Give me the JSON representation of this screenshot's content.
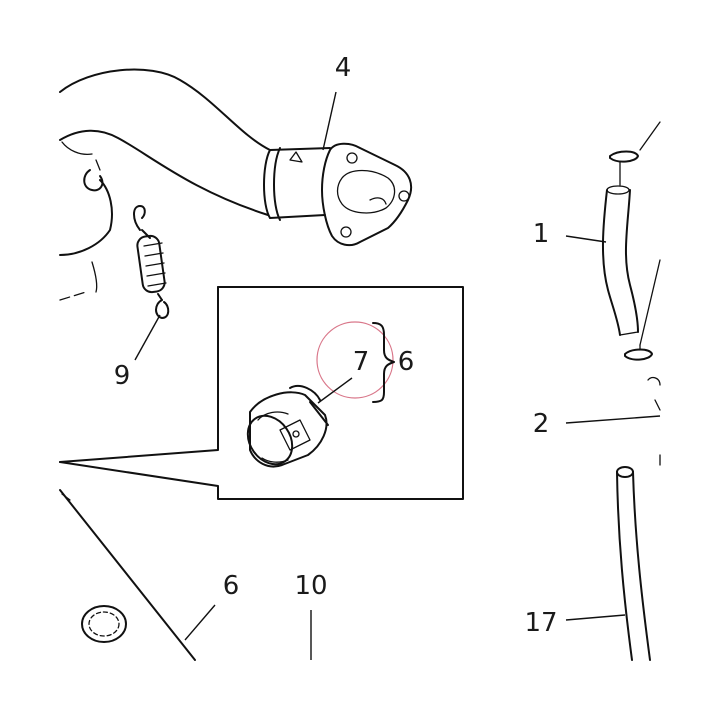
{
  "diagram": {
    "callouts": [
      {
        "id": "c4",
        "label": "4"
      },
      {
        "id": "c1",
        "label": "1"
      },
      {
        "id": "c9",
        "label": "9"
      },
      {
        "id": "c7",
        "label": "7"
      },
      {
        "id": "c6a",
        "label": "6"
      },
      {
        "id": "c2",
        "label": "2"
      },
      {
        "id": "c6b",
        "label": "6"
      },
      {
        "id": "c10",
        "label": "10"
      },
      {
        "id": "c17",
        "label": "17"
      }
    ],
    "colors": {
      "line": "#111111",
      "highlight_circle": "#d9778a",
      "background": "#ffffff"
    }
  }
}
